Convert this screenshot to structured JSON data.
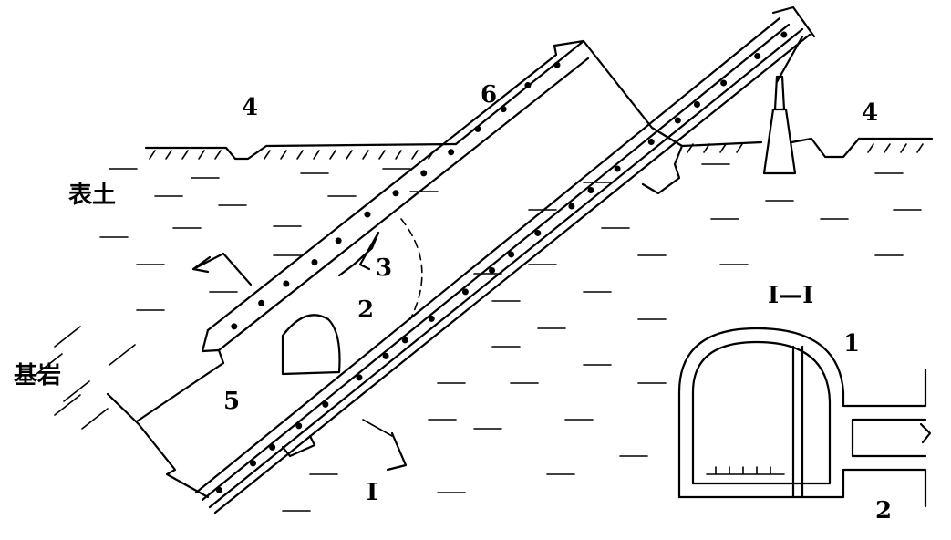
{
  "labels": {
    "ditch_left": "4",
    "ditch_right": "4",
    "lining": "6",
    "topsoil": "表土",
    "bedrock": "基岩",
    "item3": "3",
    "item2": "2",
    "item5": "5",
    "section_mark": "I",
    "section_title": "I—I",
    "inset_1": "1",
    "inset_2": "2"
  }
}
